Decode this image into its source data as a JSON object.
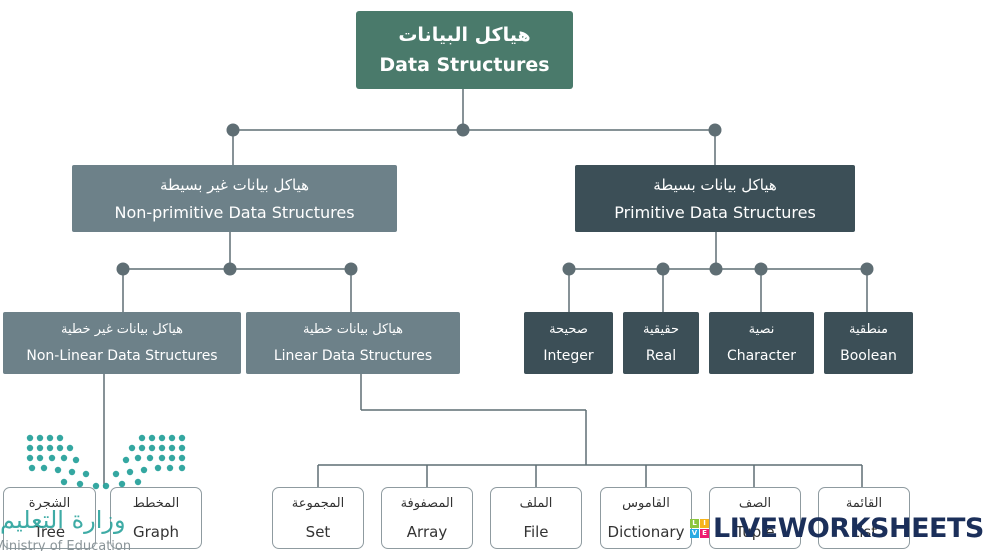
{
  "diagram": {
    "root": {
      "ar": "هياكل البيانات",
      "en": "Data Structures"
    },
    "non_primitive": {
      "ar": "هياكل بيانات غير بسيطة",
      "en": "Non-primitive Data Structures"
    },
    "primitive": {
      "ar": "هياكل بيانات بسيطة",
      "en": "Primitive Data Structures"
    },
    "non_linear": {
      "ar": "هياكل بيانات غير خطية",
      "en": "Non-Linear Data Structures"
    },
    "linear": {
      "ar": "هياكل بيانات خطية",
      "en": "Linear Data Structures"
    },
    "primitive_types": [
      {
        "ar": "صحيحة",
        "en": "Integer"
      },
      {
        "ar": "حقيقية",
        "en": "Real"
      },
      {
        "ar": "نصية",
        "en": "Character"
      },
      {
        "ar": "منطقية",
        "en": "Boolean"
      }
    ],
    "non_linear_types": [
      {
        "ar": "الشجرة",
        "en": "Tree"
      },
      {
        "ar": "المخطط",
        "en": "Graph"
      }
    ],
    "linear_types": [
      {
        "ar": "المجموعة",
        "en": "Set"
      },
      {
        "ar": "المصفوفة",
        "en": "Array"
      },
      {
        "ar": "الملف",
        "en": "File"
      },
      {
        "ar": "القاموس",
        "en": "Dictionary"
      },
      {
        "ar": "الصف",
        "en": "Tuple"
      },
      {
        "ar": "القائمة",
        "en": "List"
      }
    ]
  },
  "overlays": {
    "ministry_logo": {
      "ar": "وزارة التعليم",
      "en": "Ministry of Education"
    },
    "liveworksheets": {
      "text": "LIVEWORKSHEETS",
      "icon_letters": [
        "L",
        "I",
        "V",
        "E"
      ]
    }
  },
  "colors": {
    "root": "#4a7a6b",
    "mid": "#6d8189",
    "dark": "#3c4f57",
    "connector": "#5f6e74",
    "leaf_border": "#8f9ba0",
    "logo_teal": "#2aa39c",
    "logo_blue": "#1b2f5a"
  }
}
